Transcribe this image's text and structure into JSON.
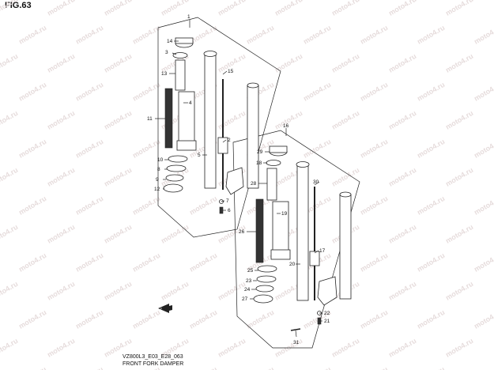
{
  "figure": {
    "title": "FIG.63",
    "code": "VZ800L3_E03_E28_063",
    "caption": "FRONT FORK DAMPER"
  },
  "watermark": "moto4.ru",
  "callouts": [
    "1",
    "2",
    "3",
    "4",
    "5",
    "6",
    "7",
    "8",
    "9",
    "10",
    "11",
    "12",
    "13",
    "14",
    "15",
    "16",
    "17",
    "18",
    "19",
    "20",
    "21",
    "22",
    "23",
    "24",
    "25",
    "26",
    "27",
    "28",
    "29",
    "30",
    "31"
  ],
  "colors": {
    "line": "#222222",
    "watermark": "#e6dcdc"
  }
}
